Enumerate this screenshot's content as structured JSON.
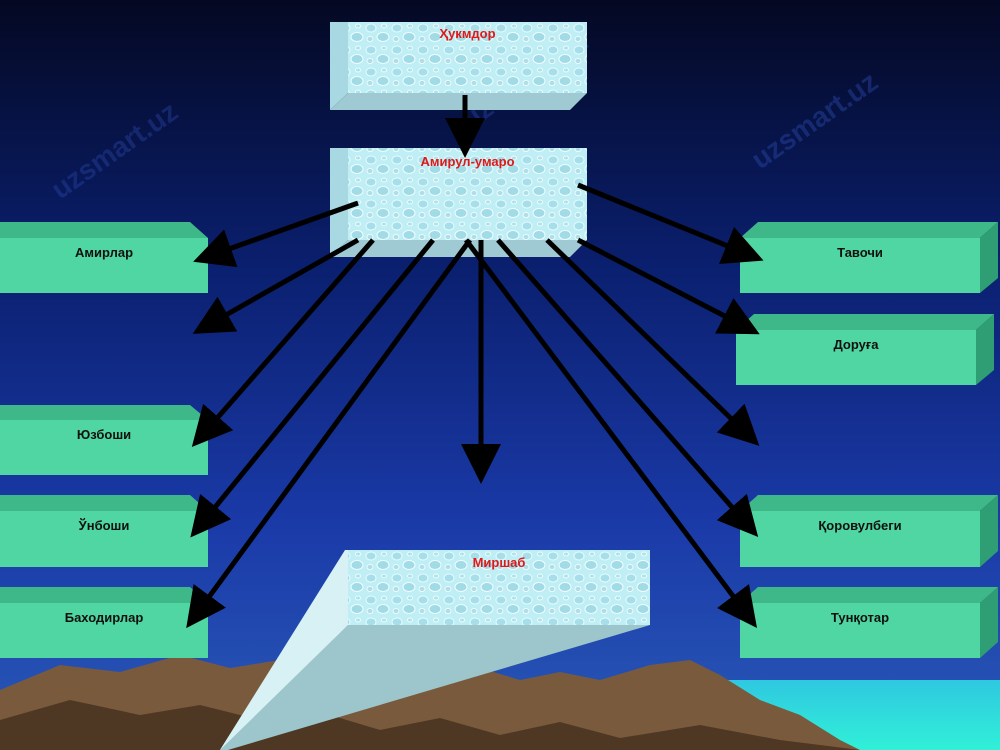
{
  "diagram": {
    "top_nodes": {
      "ruler": "Ҳукмдор",
      "amir_ul_umaro": "Амирул-умаро",
      "mirshab": "Миршаб"
    },
    "left_nodes": [
      "Амирлар",
      "Юзбоши",
      "Ўнбоши",
      "Баходирлар"
    ],
    "right_nodes": [
      "Тавочи",
      "Доруға",
      "Қоровулбеги",
      "Тунқотар"
    ],
    "watermark": "uzsmart.uz"
  },
  "colors": {
    "sky_top": "#050a2a",
    "sky_mid": "#0d2a8e",
    "sea": "#33e6e0",
    "mountain": "#7a5a3c",
    "green_box_front": "#4fd6a2",
    "green_box_top": "#3fb889",
    "ice_box": "#bfeef4",
    "arrow": "#000000",
    "title_text": "#e01818"
  }
}
